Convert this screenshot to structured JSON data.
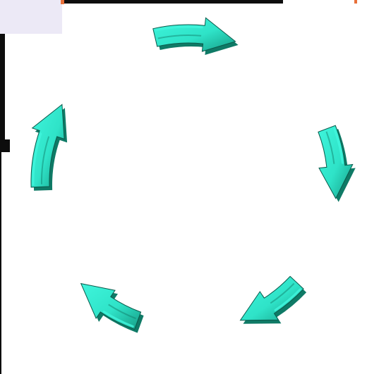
{
  "diagram": {
    "kind": "cycle",
    "arrow_count": 5,
    "direction": "clockwise",
    "colors": {
      "arrow_face": "#2fe3c8",
      "arrow_light": "#3ff5dc",
      "arrow_shadow": "#0f7a66",
      "arrow_edge": "#0a5a4b",
      "background": "#ffffff"
    },
    "arrows": [
      {
        "name": "top"
      },
      {
        "name": "right"
      },
      {
        "name": "bottom-right"
      },
      {
        "name": "bottom-left"
      },
      {
        "name": "left"
      }
    ]
  },
  "fragments": {
    "panel_color": "#ece9f6",
    "bar_color": "#0d0d0d",
    "accent_color": "#e8703a"
  }
}
